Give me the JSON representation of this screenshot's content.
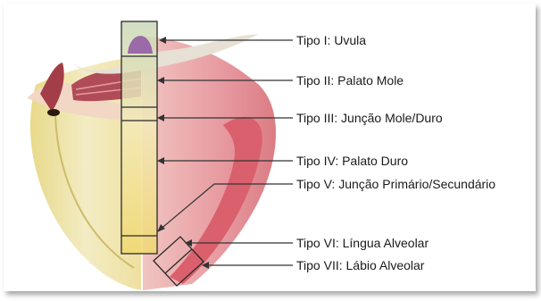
{
  "labels": [
    {
      "id": "tipo-1",
      "text": "Tipo I: Uvula"
    },
    {
      "id": "tipo-2",
      "text": "Tipo II: Palato Mole"
    },
    {
      "id": "tipo-3",
      "text": "Tipo III: Junção Mole/Duro"
    },
    {
      "id": "tipo-4",
      "text": "Tipo IV: Palato Duro"
    },
    {
      "id": "tipo-5",
      "text": "Tipo V: Junção Primário/Secundário"
    },
    {
      "id": "tipo-6",
      "text": "Tipo VI: Língua Alveolar"
    },
    {
      "id": "tipo-7",
      "text": "Tipo VII: Lábio Alveolar"
    }
  ],
  "colors": {
    "bone": "#efe4a8",
    "tissue": "#e9a2a6",
    "gum": "#d85a66",
    "muscle": "#a8454f",
    "line": "#333333"
  }
}
